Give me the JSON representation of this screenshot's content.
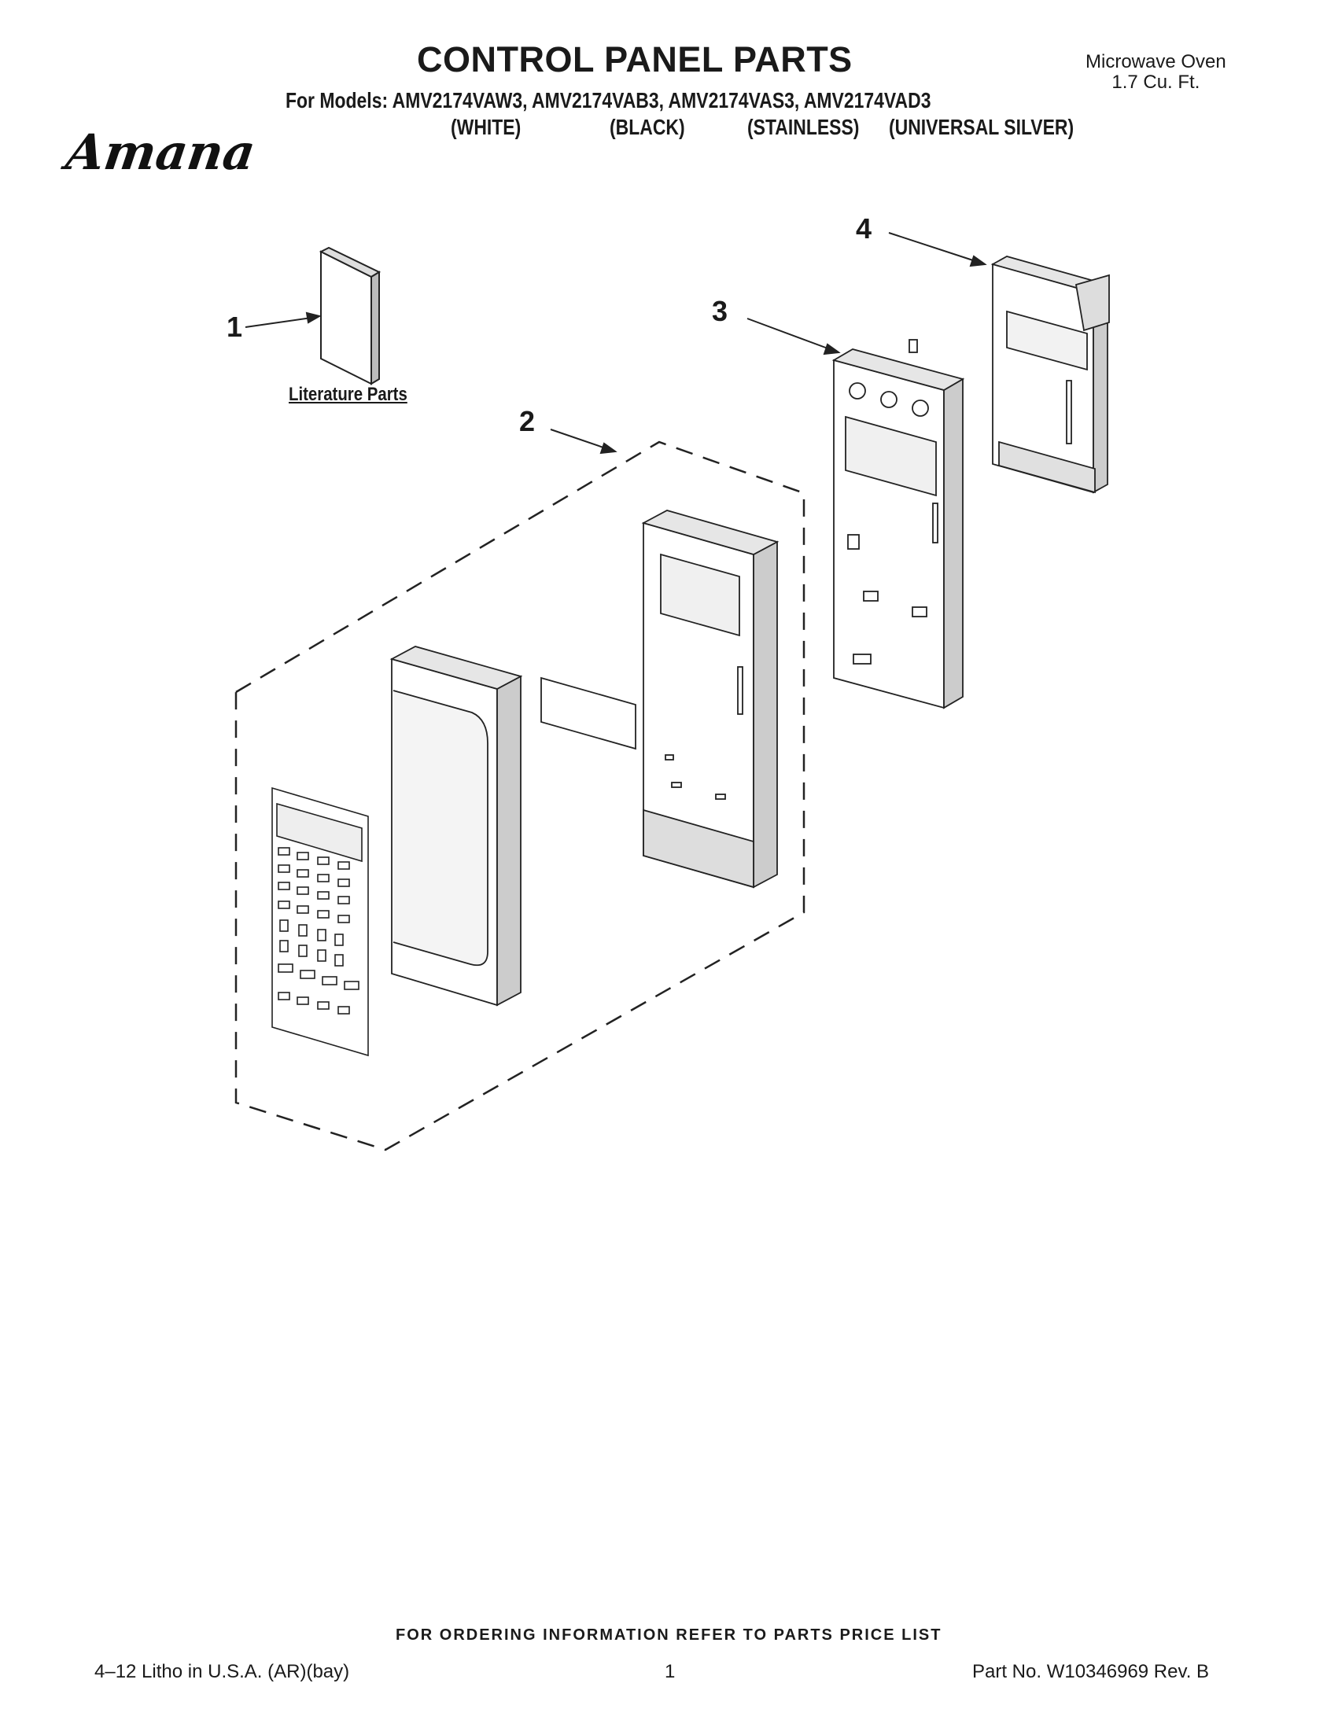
{
  "header": {
    "title": "CONTROL PANEL PARTS",
    "models_line": "For Models: AMV2174VAW3, AMV2174VAB3, AMV2174VAS3, AMV2174VAD3",
    "variants": [
      "(WHITE)",
      "(BLACK)",
      "(STAINLESS)",
      "(UNIVERSAL SILVER)"
    ],
    "product_type": "Microwave Oven",
    "product_capacity": "1.7 Cu. Ft.",
    "brand_logo_text": "Amana"
  },
  "diagram": {
    "callouts": [
      "1",
      "2",
      "3",
      "4"
    ],
    "literature_label": "Literature Parts"
  },
  "footer": {
    "ordering_note": "FOR ORDERING INFORMATION REFER TO PARTS PRICE LIST",
    "litho": "4–12 Litho in U.S.A. (AR)(bay)",
    "page_number": "1",
    "part_number": "Part No. W10346969 Rev. B"
  }
}
